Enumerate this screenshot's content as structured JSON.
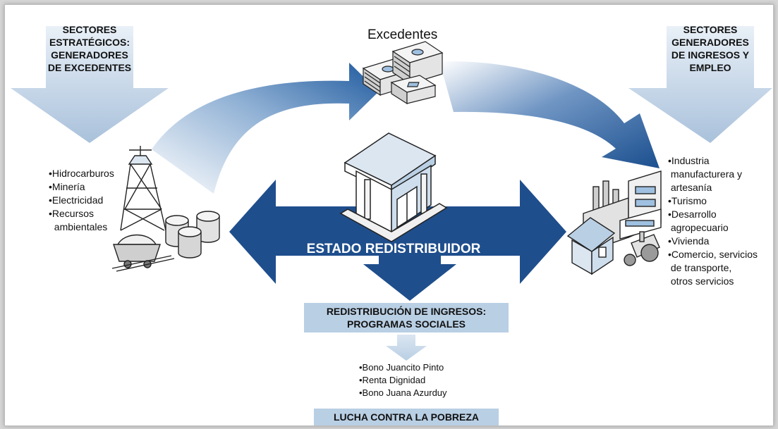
{
  "sectors_left": {
    "title_lines": [
      "SECTORES",
      "ESTRATÉGICOS:",
      "GENERADORES",
      "DE EXCEDENTES"
    ],
    "items": [
      "•Hidrocarburos",
      "•Minería",
      "•Electricidad",
      "•Recursos",
      "  ambientales"
    ]
  },
  "sectors_right": {
    "title_lines": [
      "SECTORES",
      "GENERADORES",
      "DE INGRESOS Y",
      "EMPLEO"
    ],
    "items": [
      "•Industria",
      " manufacturera y",
      " artesanía",
      "•Turismo",
      "•Desarrollo",
      " agropecuario",
      "•Vivienda",
      "•Comercio, servicios",
      " de transporte,",
      " otros servicios"
    ]
  },
  "surplus_label": "Excedentes",
  "state_label": "ESTADO REDISTRIBUIDOR",
  "redistribution": {
    "lines": [
      "REDISTRIBUCIÓN DE INGRESOS:",
      "PROGRAMAS SOCIALES"
    ]
  },
  "programs": [
    "•Bono Juancito Pinto",
    "•Renta Dignidad",
    "•Bono Juana Azurduy"
  ],
  "poverty_banner": "LUCHA CONTRA LA POBREZA",
  "colors": {
    "dark_blue": "#1f4e8c",
    "light_blue": "#b9cfe4",
    "pale_blue": "#dbe6f1"
  }
}
